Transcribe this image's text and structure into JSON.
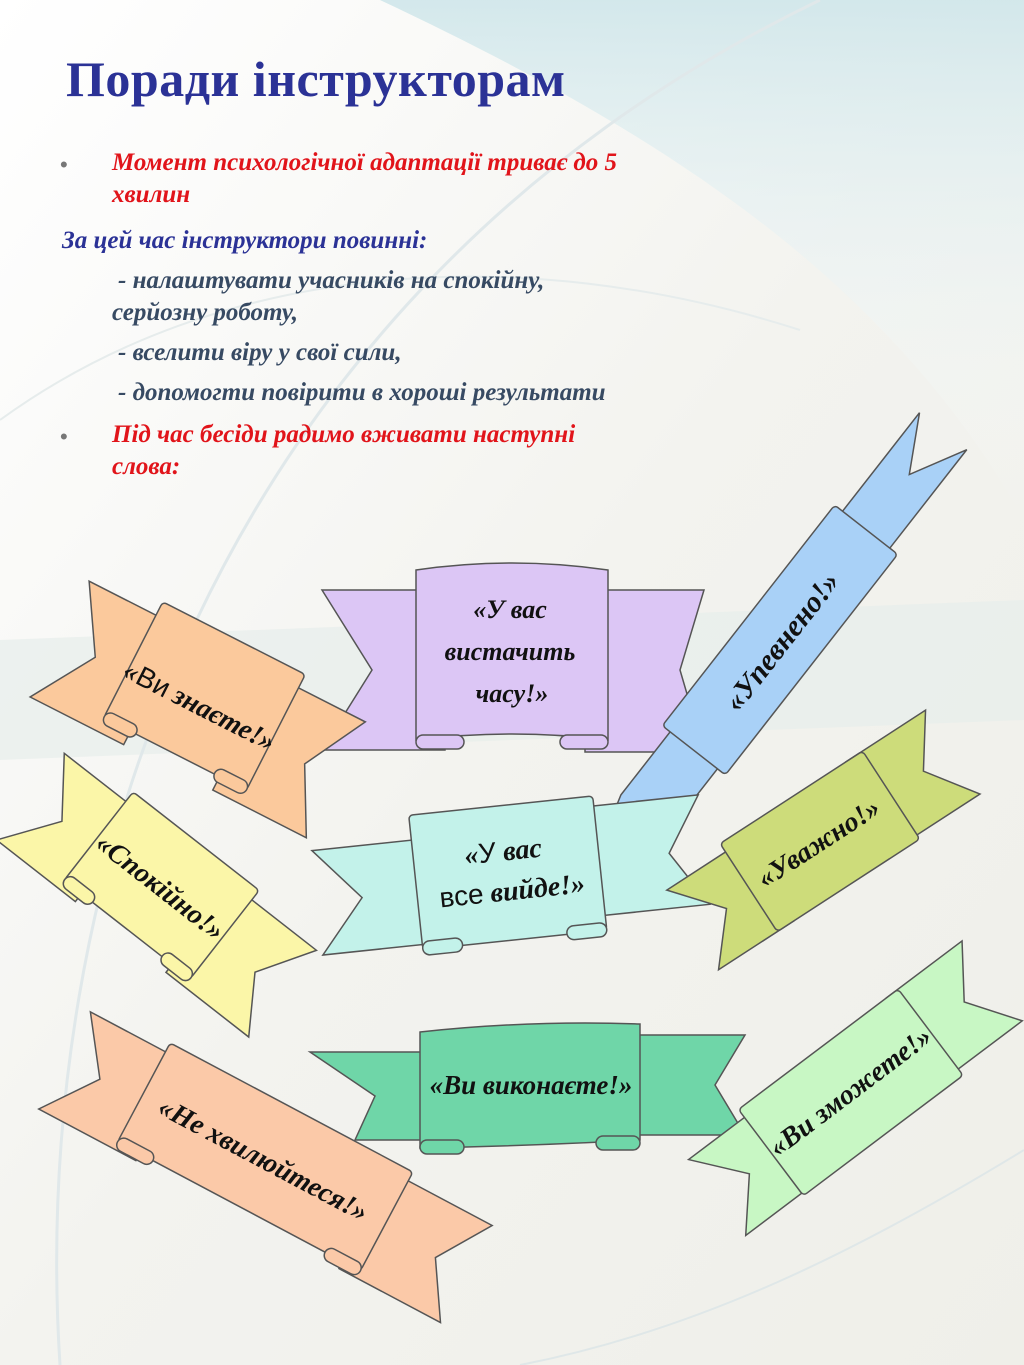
{
  "title": "Поради інструкторам",
  "intro": {
    "bullet_symbol": "•",
    "line1": "Момент психологічної адаптації триває до 5",
    "line1b": "хвилин",
    "lead": "За цей час інструктори повинні:",
    "item1a": "- налаштувати  учасників на спокійну,",
    "item1b": "серйозну роботу,",
    "item2": "- вселити віру у свої сили,",
    "item3": "- допомогти повірити в хороші результати",
    "line2": "Під час бесіди радимо вживати наступні",
    "line2b": "слова:"
  },
  "banners": {
    "purple": {
      "l1": "«У вас",
      "l2": "вистачить",
      "l3": "часу!»",
      "color": "#dcc6f5"
    },
    "orange_top": {
      "quote": "«",
      "ви": "Ви",
      "rest": " знаєте!»",
      "color": "#fbc99c"
    },
    "blue": {
      "text": "«Упевнено!»",
      "color": "#a9d1f7"
    },
    "cyan": {
      "q": "«",
      "u": "У",
      "vas": " вас",
      "vse": "все",
      "vyide": " вийде!»",
      "color": "#c3f2ea"
    },
    "yellow": {
      "text": "«Спокійно!»",
      "color": "#fbf6a8"
    },
    "olive": {
      "text": "«Уважно!»",
      "color": "#cddc7a"
    },
    "green": {
      "text": "«Ви виконаєте!»",
      "color": "#6fd6a8"
    },
    "peach": {
      "text": "«Не хвилюйтеся!»",
      "color": "#fbc9a8"
    },
    "mint": {
      "text": "«Ви зможете!»",
      "color": "#c8f7c4"
    }
  }
}
